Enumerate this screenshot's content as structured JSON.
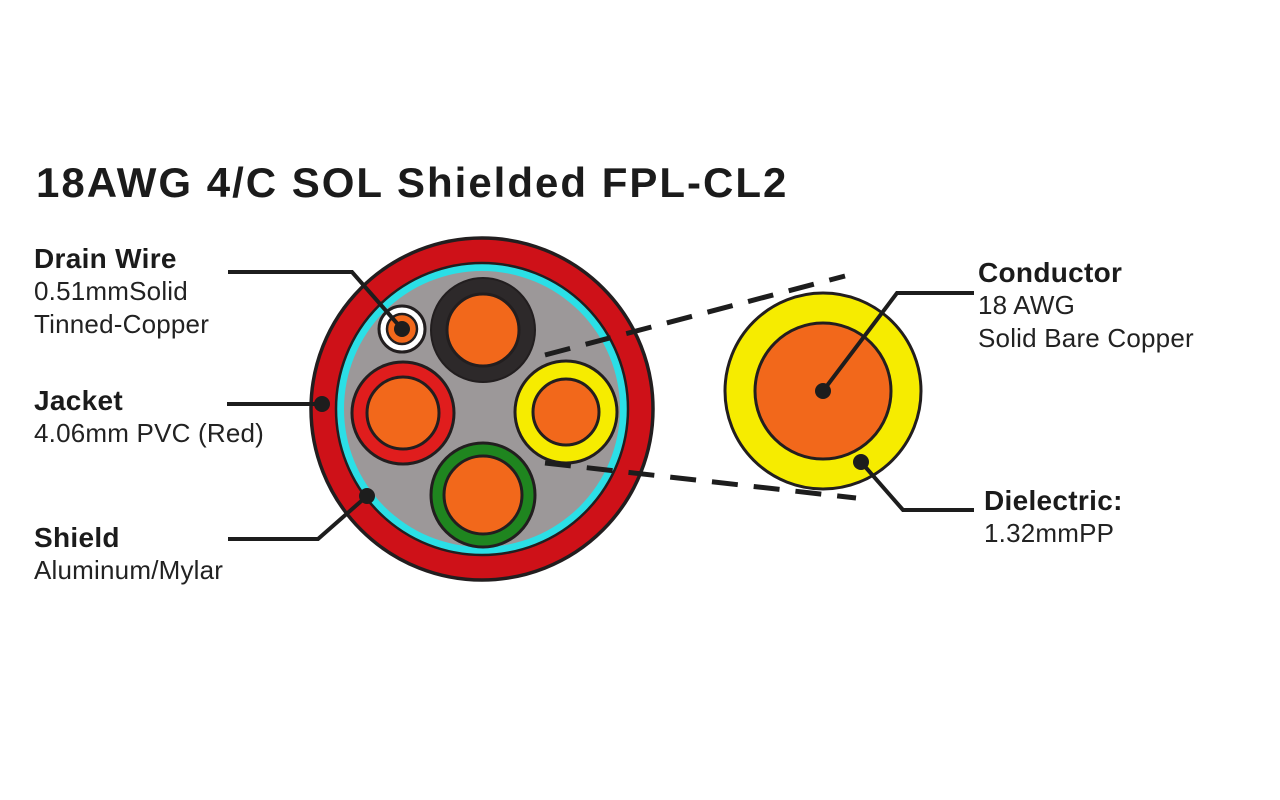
{
  "title": "18AWG 4/C SOL Shielded FPL-CL2",
  "labels": {
    "drain_wire": {
      "name": "Drain Wire",
      "line1": "0.51mmSolid",
      "line2": "Tinned-Copper"
    },
    "jacket": {
      "name": "Jacket",
      "line1": "4.06mm PVC (Red)"
    },
    "shield": {
      "name": "Shield",
      "line1": "Aluminum/Mylar"
    },
    "conductor": {
      "name": "Conductor",
      "line1": "18 AWG",
      "line2": "Solid Bare Copper"
    },
    "dielectric": {
      "name": "Dielectric:",
      "line1": "1.32mmPP"
    }
  },
  "colors": {
    "background": "#ffffff",
    "jacket_red": "#ce1118",
    "shield_cyan": "#2bdfe6",
    "filler_gray": "#9c9899",
    "insulation_black": "#2d292a",
    "insulation_red": "#e01d1d",
    "insulation_yellow": "#f6ec00",
    "insulation_green": "#1f851f",
    "conductor_orange": "#f2681b",
    "drain_white": "#ffffff",
    "line_black": "#1d1d1d"
  }
}
